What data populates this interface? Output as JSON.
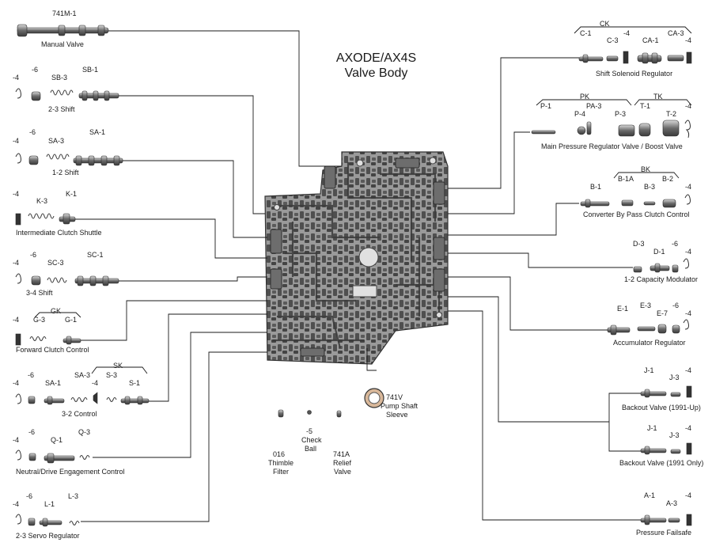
{
  "title": {
    "line1": "AXODE/AX4S",
    "line2": "Valve Body"
  },
  "groups": {
    "manual": {
      "name": "Manual Valve",
      "parts": [
        "741M-1"
      ]
    },
    "shift23": {
      "name": "2-3  Shift",
      "parts": [
        "-4",
        "-6",
        "SB-3",
        "SB-1"
      ]
    },
    "shift12": {
      "name": "1-2  Shift",
      "parts": [
        "-4",
        "-6",
        "SA-3",
        "SA-1"
      ]
    },
    "intclutch": {
      "name": "Intermediate Clutch Shuttle",
      "parts": [
        "-4",
        "K-3",
        "K-1"
      ]
    },
    "shift34": {
      "name": "3-4  Shift",
      "parts": [
        "-4",
        "-6",
        "SC-3",
        "SC-1"
      ]
    },
    "fwdclutch": {
      "name": "Forward Clutch Control",
      "kit": "GK",
      "parts": [
        "-4",
        "G-3",
        "G-1"
      ]
    },
    "control32": {
      "name": "3-2 Control",
      "kit": "SK",
      "parts": [
        "-4",
        "-6",
        "SA-1",
        "SA-3",
        "-4",
        "S-3",
        "S-1"
      ]
    },
    "neutral": {
      "name": "Neutral/Drive Engagement Control",
      "parts": [
        "-4",
        "-6",
        "Q-1",
        "Q-3"
      ]
    },
    "servo23": {
      "name": "2-3 Servo Regulator",
      "parts": [
        "-4",
        "-6",
        "L-1",
        "L-3"
      ]
    },
    "shiftsol": {
      "name": "Shift Solenoid Regulator",
      "kit": "CK",
      "parts": [
        "C-1",
        "C-3",
        "-4",
        "CA-1",
        "CA-3",
        "-4"
      ]
    },
    "mainpress": {
      "name": "Main Pressure Regulator Valve / Boost Valve",
      "kit1": "PK",
      "kit2": "TK",
      "parts": [
        "P-1",
        "P-4",
        "PA-3",
        "P-3",
        "T-1",
        "T-2",
        "-4"
      ]
    },
    "converter": {
      "name": "Converter By Pass Clutch Control",
      "kit": "BK",
      "parts": [
        "B-1",
        "B-1A",
        "B-3",
        "B-2",
        "-4"
      ]
    },
    "capmod": {
      "name": "1-2 Capacity Modulator",
      "parts": [
        "D-3",
        "D-1",
        "-6",
        "-4"
      ]
    },
    "accum": {
      "name": "Accumulator Regulator",
      "parts": [
        "E-1",
        "E-3",
        "E-7",
        "-6",
        "-4"
      ]
    },
    "backout1": {
      "name": "Backout Valve  (1991-Up)",
      "parts": [
        "J-1",
        "J-3",
        "-4"
      ]
    },
    "backout2": {
      "name": "Backout Valve  (1991 Only)",
      "parts": [
        "J-1",
        "J-3",
        "-4"
      ]
    },
    "failsafe": {
      "name": "Pressure Failsafe",
      "parts": [
        "A-1",
        "A-3",
        "-4"
      ]
    },
    "pumpsleeve": {
      "code": "741V",
      "name1": "Pump Shaft",
      "name2": "Sleeve"
    },
    "filter": {
      "code": "016",
      "name1": "Thimble",
      "name2": "Filter"
    },
    "checkball": {
      "code": "-5",
      "name1": "Check",
      "name2": "Ball"
    },
    "relief": {
      "code": "741A",
      "name1": "Relief",
      "name2": "Valve"
    }
  },
  "colors": {
    "line": "#1a1a1a",
    "body": "#8f8f8f",
    "body_dark": "#4a4a4a",
    "part": "#5a5a5a",
    "part_light": "#b8b8b8"
  }
}
